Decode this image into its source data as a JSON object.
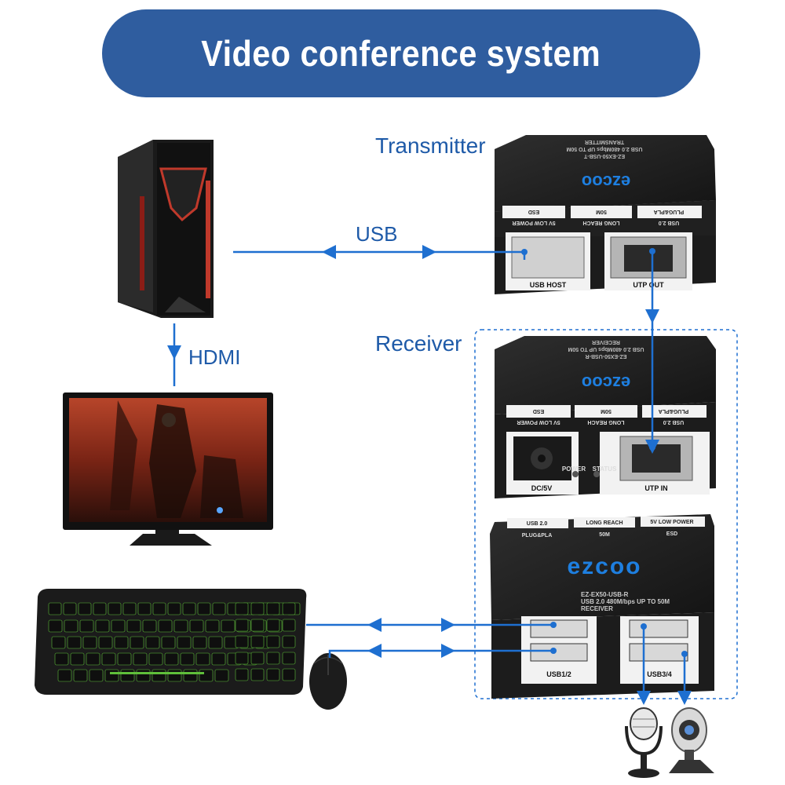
{
  "title": "Video conference system",
  "labels": {
    "transmitter": "Transmitter",
    "receiver": "Receiver",
    "usb": "USB",
    "hdmi": "HDMI"
  },
  "transmitter": {
    "brand": "ezcoo",
    "model_line1": "EZ-EX50-USB-T",
    "model_line2": "USB 2.0 480Mbps UP TO 50M",
    "model_line3": "TRANSMITTER",
    "badges": [
      "5V LOW POWER",
      "LONG REACH",
      "USB 2.0",
      "ESD",
      "50M",
      "PLUG&PLA"
    ],
    "port_usb": "USB HOST",
    "port_utp": "UTP OUT"
  },
  "receiver_back": {
    "brand": "ezcoo",
    "model_line1": "EZ-EX50-USB-R",
    "model_line2": "USB 2.0 480Mbps UP TO 50M",
    "model_line3": "RECEIVER",
    "badges": [
      "5V LOW POWER",
      "LONG REACH",
      "USB 2.0",
      "ESD",
      "50M",
      "PLUG&PLA"
    ],
    "port_dc": "DC/5V",
    "led_power": "POWER",
    "led_status": "STATUS",
    "port_utp": "UTP IN"
  },
  "receiver_front": {
    "brand": "ezcoo",
    "model_line1": "EZ-EX50-USB-R",
    "model_line2": "USB 2.0 480M/bps UP TO 50M",
    "model_line3": "RECEIVER",
    "badges": [
      "USB 2.0",
      "LONG REACH",
      "5V LOW POWER",
      "PLUG&PLA",
      "50M",
      "ESD"
    ],
    "port_usb12": "USB1/2",
    "port_usb34": "USB3/4"
  },
  "icons": [
    "pc-tower-icon",
    "monitor-icon",
    "keyboard-icon",
    "mouse-icon",
    "microphone-icon",
    "webcam-icon"
  ],
  "colors": {
    "title_bg": "#2f5d9f",
    "accent_blue": "#1e6fd0",
    "label_blue": "#1e5aa8",
    "device_black": "#1c1c1c"
  }
}
